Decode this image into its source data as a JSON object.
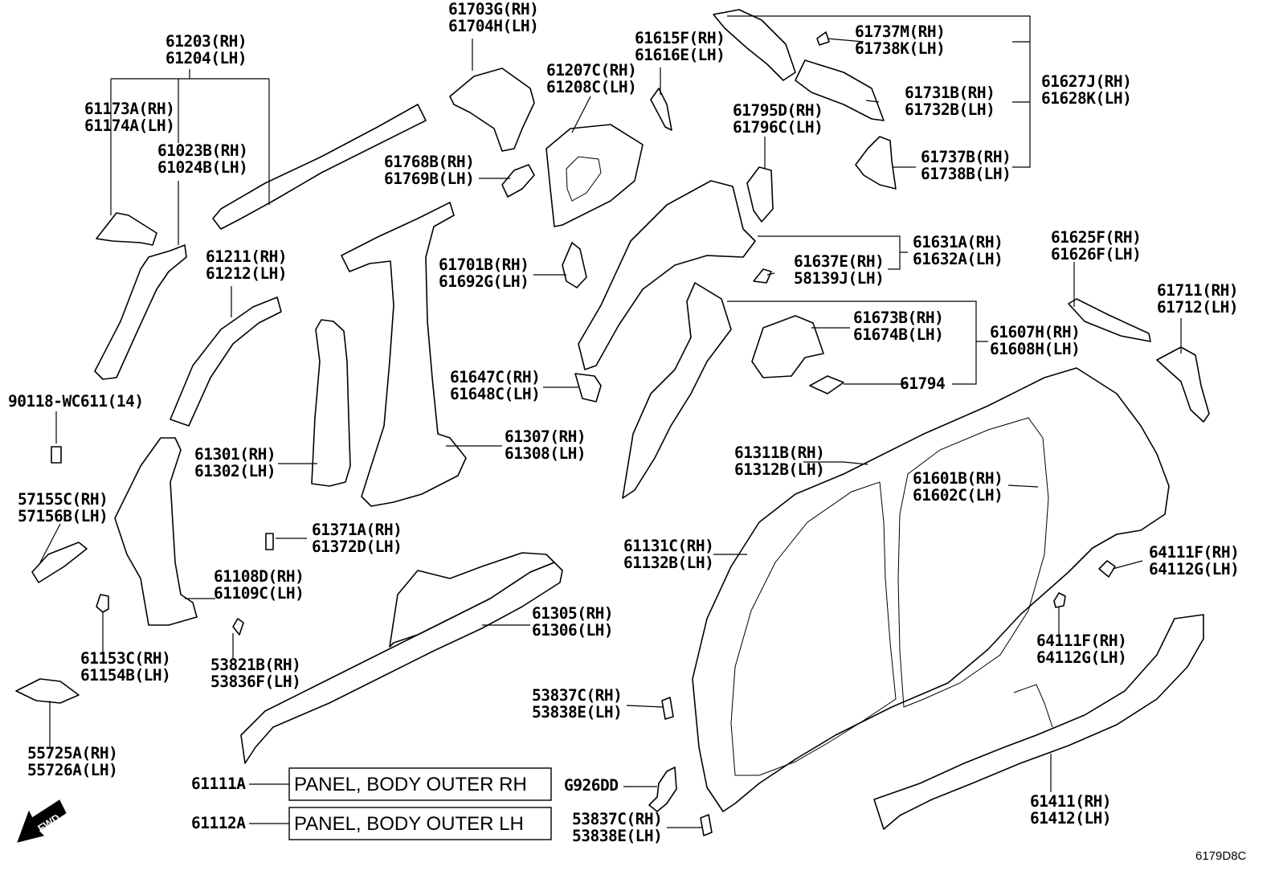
{
  "labels": {
    "p61203": [
      "61203(RH)",
      "61204(LH)"
    ],
    "p61173A": [
      "61173A(RH)",
      "61174A(LH)"
    ],
    "p61023B": [
      "61023B(RH)",
      "61024B(LH)"
    ],
    "p61703G": [
      "61703G(RH)",
      "61704H(LH)"
    ],
    "p61207C": [
      "61207C(RH)",
      "61208C(LH)"
    ],
    "p61615F": [
      "61615F(RH)",
      "61616E(LH)"
    ],
    "p61737M": [
      "61737M(RH)",
      "61738K(LH)"
    ],
    "p61627J": [
      "61627J(RH)",
      "61628K(LH)"
    ],
    "p61731B": [
      "61731B(RH)",
      "61732B(LH)"
    ],
    "p61795D": [
      "61795D(RH)",
      "61796C(LH)"
    ],
    "p61737B": [
      "61737B(RH)",
      "61738B(LH)"
    ],
    "p61768B": [
      "61768B(RH)",
      "61769B(LH)"
    ],
    "p61211": [
      "61211(RH)",
      "61212(LH)"
    ],
    "p61701B": [
      "61701B(RH)",
      "61692G(LH)"
    ],
    "p61631A": [
      "61631A(RH)",
      "61632A(LH)"
    ],
    "p61637E": [
      "61637E(RH)",
      "58139J(LH)"
    ],
    "p61625F": [
      "61625F(RH)",
      "61626F(LH)"
    ],
    "p61711": [
      "61711(RH)",
      "61712(LH)"
    ],
    "p61673B": [
      "61673B(RH)",
      "61674B(LH)"
    ],
    "p61607H": [
      "61607H(RH)",
      "61608H(LH)"
    ],
    "p61794": [
      "61794"
    ],
    "p61647C": [
      "61647C(RH)",
      "61648C(LH)"
    ],
    "p90118": [
      "90118-WC611(14)"
    ],
    "p61307": [
      "61307(RH)",
      "61308(LH)"
    ],
    "p61301": [
      "61301(RH)",
      "61302(LH)"
    ],
    "p61311B": [
      "61311B(RH)",
      "61312B(LH)"
    ],
    "p61601B": [
      "61601B(RH)",
      "61602C(LH)"
    ],
    "p57155C": [
      "57155C(RH)",
      "57156B(LH)"
    ],
    "p61371A": [
      "61371A(RH)",
      "61372D(LH)"
    ],
    "p61131C": [
      "61131C(RH)",
      "61132B(LH)"
    ],
    "p64111F_a": [
      "64111F(RH)",
      "64112G(LH)"
    ],
    "p61108D": [
      "61108D(RH)",
      "61109C(LH)"
    ],
    "p61305": [
      "61305(RH)",
      "61306(LH)"
    ],
    "p64111F_b": [
      "64111F(RH)",
      "64112G(LH)"
    ],
    "p61153C": [
      "61153C(RH)",
      "61154B(LH)"
    ],
    "p53821B": [
      "53821B(RH)",
      "53836F(LH)"
    ],
    "p53837C_a": [
      "53837C(RH)",
      "53838E(LH)"
    ],
    "p55725A": [
      "55725A(RH)",
      "55726A(LH)"
    ],
    "pG926DD": [
      "G926DD"
    ],
    "p61411": [
      "61411(RH)",
      "61412(LH)"
    ],
    "p53837C_b": [
      "53837C(RH)",
      "53838E(LH)"
    ],
    "p61111A": [
      "61111A"
    ],
    "p61112A": [
      "61112A"
    ]
  },
  "boxes": {
    "rh": "PANEL, BODY OUTER RH",
    "lh": "PANEL, BODY OUTER LH"
  },
  "fwd": "FWD",
  "ref_code": "6179D8C"
}
